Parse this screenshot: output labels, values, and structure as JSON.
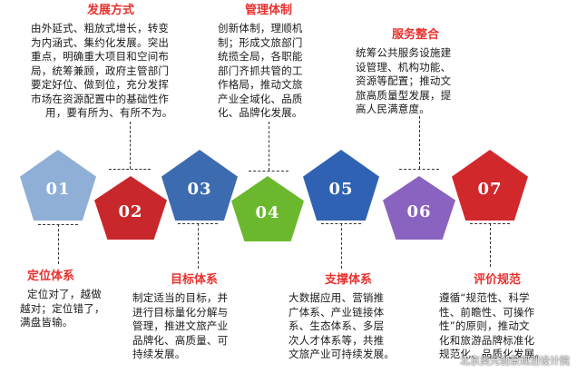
{
  "top_blocks": [
    {
      "title": "发展方式",
      "lines": [
        "由外延式、粗放式增长，转变",
        "为内涵式、集约化发展。突出",
        "重点，明确重大项目和空间布",
        "局，统筹兼顾，政府主管部门",
        "要定好位、做到位，充分发挥",
        "市场在资源配置中的基础性作",
        "用，要有所为、有所不为。"
      ]
    },
    {
      "title": "管理体制",
      "lines": [
        "创新体制，理顺机",
        "制；形成文旅部门",
        "统揽全局，各职能",
        "部门齐抓共管的工",
        "作格局，推动文旅",
        "产业全域化、品质",
        "化、品牌化发展。"
      ]
    },
    {
      "title": "服务整合",
      "lines": [
        "统筹公共服务设施建",
        "设管理、机构功能、",
        "资源等配置；推动文",
        "旅高质量型发展，提",
        "高人民满意度。"
      ]
    }
  ],
  "bottom_blocks": [
    {
      "title": "定位体系",
      "lines": [
        "定位对了，越做",
        "越对；定位错了，",
        "满盘皆输。"
      ]
    },
    {
      "title": "目标体系",
      "lines": [
        "制定适当的目标，并",
        "进行目标量化分解与",
        "管理，推进文旅产业",
        "品牌化、高质量、可",
        "持续发展。"
      ]
    },
    {
      "title": "支撑体系",
      "lines": [
        "大数据应用、营销推",
        "广体系、产业链接体",
        "系、生态体系、多层",
        "次人才体系等，共推",
        "文旅产业可持续发展。"
      ]
    },
    {
      "title": "评价规范",
      "lines": [
        "遵循“规范性、科学",
        "性、前瞻性、可操作",
        "性”的原则，推动文",
        "化和旅游品牌标准化",
        "规范化、品质化发展。"
      ]
    }
  ],
  "pentagons": [
    {
      "label": "01",
      "color": "#8fafd6"
    },
    {
      "label": "02",
      "color": "#c8282b"
    },
    {
      "label": "03",
      "color": "#3c6bb0"
    },
    {
      "label": "04",
      "color": "#6bb82e"
    },
    {
      "label": "05",
      "color": "#2f62b2"
    },
    {
      "label": "06",
      "color": "#8a63c0"
    },
    {
      "label": "07",
      "color": "#d1282c"
    }
  ],
  "watermark": "北京奥元创景规划设计院"
}
